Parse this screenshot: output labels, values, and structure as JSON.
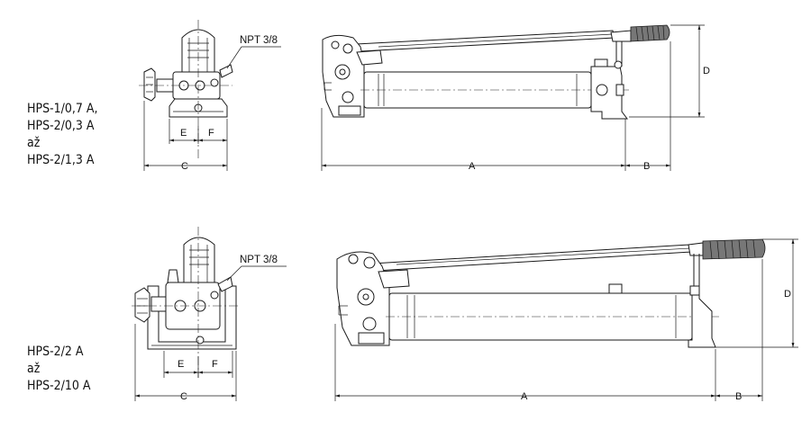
{
  "groups": [
    {
      "models": [
        "HPS-1/0,7 A,",
        "HPS-2/0,3 A",
        "až",
        "HPS-2/1,3 A"
      ],
      "port_label": "NPT 3/8",
      "dims": {
        "A": "A",
        "B": "B",
        "C": "C",
        "D": "D",
        "E": "E",
        "F": "F"
      }
    },
    {
      "models": [
        "HPS-2/2 A",
        "až",
        "HPS-2/10 A"
      ],
      "port_label": "NPT 3/8",
      "dims": {
        "A": "A",
        "B": "B",
        "C": "C",
        "D": "D",
        "E": "E",
        "F": "F"
      }
    }
  ]
}
